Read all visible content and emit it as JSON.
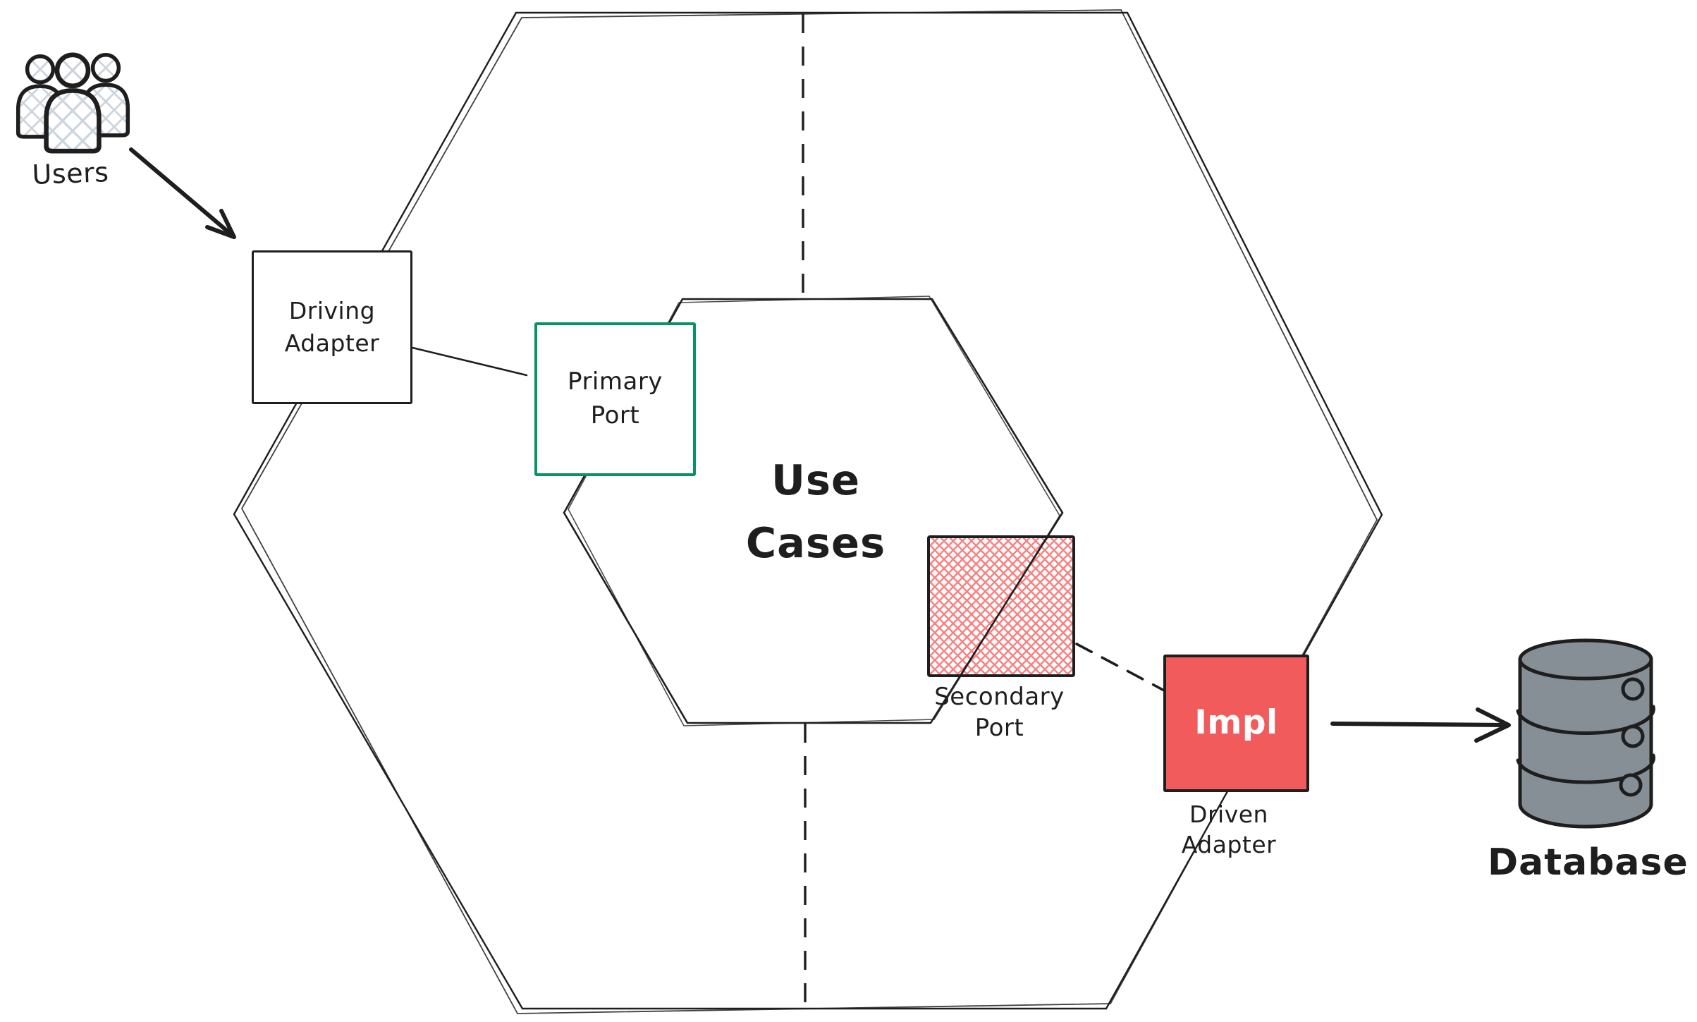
{
  "colors": {
    "ink": "#1e1e1e",
    "port_green": "#099268",
    "impl_red": "#f15b5b",
    "impl_text": "#ffffff",
    "hatch_red": "#f8807f",
    "db_gray": "#868e96",
    "users_hatch": "#ccd5de",
    "background": "#ffffff"
  },
  "nodes": {
    "users": {
      "label": "Users",
      "icon": "users-group-icon"
    },
    "driving_adapter": {
      "label": "Driving\nAdapter"
    },
    "primary_port": {
      "label": "Primary\nPort"
    },
    "use_cases": {
      "label": "Use\nCases"
    },
    "secondary_port": {
      "label": "Secondary\nPort"
    },
    "driven_adapter": {
      "label": "Impl",
      "caption": "Driven\nAdapter"
    },
    "database": {
      "label": "Database",
      "icon": "database-cylinder-icon"
    }
  }
}
